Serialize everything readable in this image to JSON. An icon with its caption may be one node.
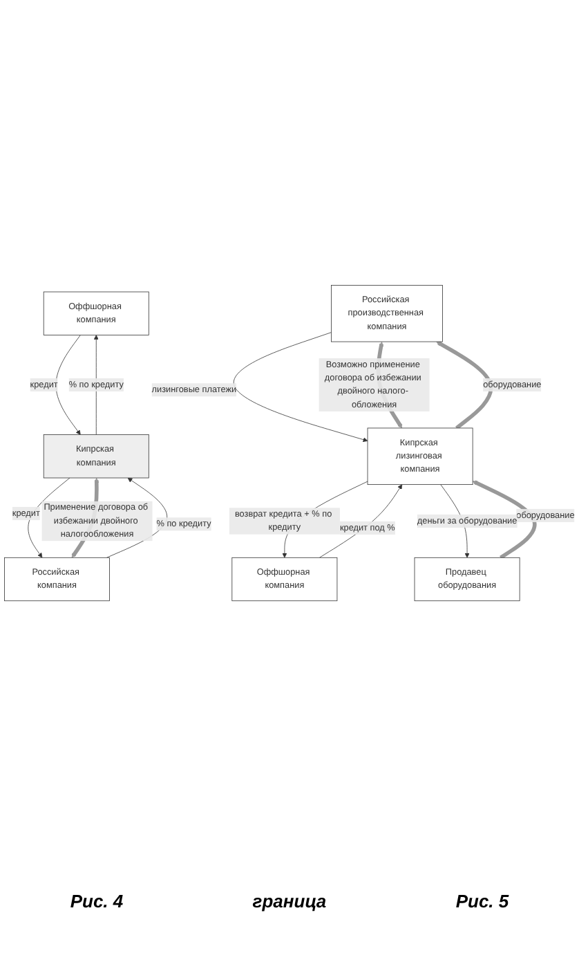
{
  "diagram": {
    "nodes": [
      {
        "text": [
          "Оффшорная компания"
        ]
      },
      {
        "text": [
          "Кипрская компания"
        ]
      },
      {
        "text": [
          "Российская компания"
        ]
      },
      {
        "text": [
          "Российская производственная компания"
        ]
      },
      {
        "text": [
          "Оффшорная компания"
        ]
      },
      {
        "text": [
          "Кипрская лизинговая компания"
        ]
      },
      {
        "text": [
          "Продавец оборудования"
        ]
      }
    ],
    "edges": [
      {
        "from": 0,
        "to": 1,
        "arrow": "to",
        "label": "кредит"
      },
      {
        "from": 1,
        "to": 0,
        "arrow": "to",
        "label": "% по кредиту"
      },
      {
        "from": 1,
        "to": 2,
        "arrow": "to",
        "label": "кредит"
      },
      {
        "from": 2,
        "to": 1,
        "arrow": "to",
        "label": "% по кредиту"
      },
      {
        "from": 1,
        "to": 2,
        "arrow": "both",
        "label": "Применение договора об избежании двойного налогообложения",
        "style": "thick",
        "color": "#999999"
      },
      {
        "from": 5,
        "to": 3,
        "arrow": "to",
        "label": "оборудование",
        "style": "thick",
        "color": "#999999"
      },
      {
        "from": 3,
        "to": 5,
        "arrow": "to",
        "label": "лизинговые платежи"
      },
      {
        "from": 4,
        "to": 5,
        "arrow": "to",
        "label": "кредит под %"
      },
      {
        "from": 5,
        "to": 4,
        "arrow": "to",
        "label": "возврат кредита + % по кредиту"
      },
      {
        "from": 6,
        "to": 5,
        "arrow": "to",
        "label": "оборудование",
        "style": "thick",
        "color": "#999999"
      },
      {
        "from": 5,
        "to": 6,
        "arrow": "to",
        "label": "деньги за оборудование"
      },
      {
        "from": 3,
        "to": 5,
        "arrow": "both",
        "label": "Возможно применение договора об избежании двойного налого- обложения",
        "style": "thick",
        "color": "#999999"
      }
    ],
    "labels": [
      "Рис. 4",
      "граница",
      "Рис. 5"
    ]
  }
}
